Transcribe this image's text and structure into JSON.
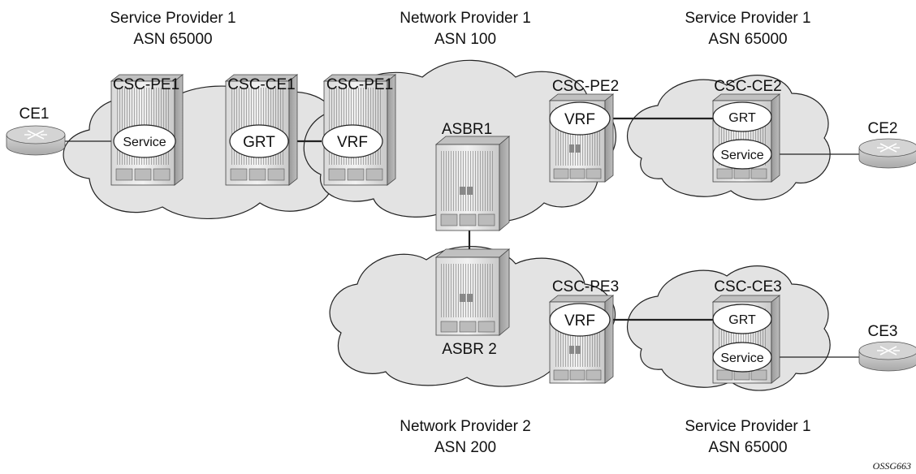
{
  "clouds": {
    "sp_left": {
      "name": "Service Provider 1",
      "asn": "ASN 65000"
    },
    "np1": {
      "name": "Network Provider 1",
      "asn": "ASN 100"
    },
    "sp_right": {
      "name": "Service Provider 1",
      "asn": "ASN 65000"
    },
    "np2": {
      "name": "Network Provider 2",
      "asn": "ASN 200"
    },
    "sp_bottom": {
      "name": "Service Provider 1",
      "asn": "ASN 65000"
    }
  },
  "devices": {
    "csc_pe1_left": "CSC-PE1",
    "csc_ce1": "CSC-CE1",
    "csc_pe1_np": "CSC-PE1",
    "csc_pe2": "CSC-PE2",
    "csc_ce2": "CSC-CE2",
    "asbr1": "ASBR1",
    "asbr2": "ASBR 2",
    "csc_pe3": "CSC-PE3",
    "csc_ce3": "CSC-CE3",
    "ce1": "CE1",
    "ce2": "CE2",
    "ce3": "CE3"
  },
  "instances": {
    "service": "Service",
    "grt": "GRT",
    "vrf": "VRF"
  },
  "figure_id": "OSSG663"
}
